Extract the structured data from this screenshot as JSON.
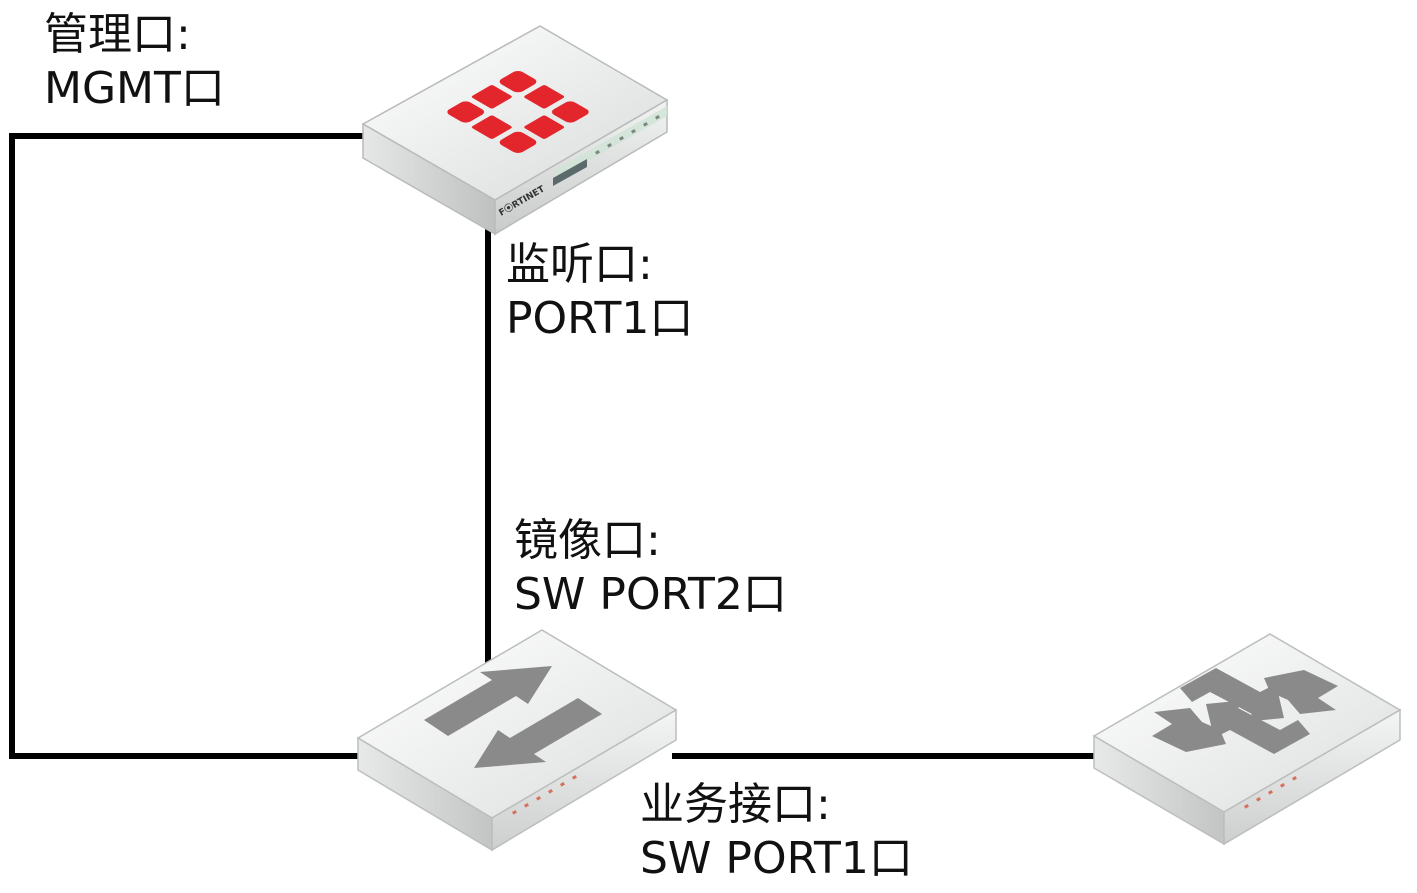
{
  "labels": {
    "mgmt": {
      "line1": "管理口:",
      "line2": "MGMT口"
    },
    "monitor": {
      "line1": "监听口:",
      "line2": "PORT1口"
    },
    "mirror": {
      "line1": "镜像口:",
      "line2": "SW PORT2口"
    },
    "business": {
      "line1": "业务接口:",
      "line2": "SW PORT1口"
    }
  },
  "devices": {
    "firewall": {
      "brand": "F⦿RTINET",
      "logo_color": "#e3262b"
    },
    "switch_main": {
      "icon": "bidirectional-arrows-icon"
    },
    "switch_remote": {
      "icon": "crossing-arrows-icon"
    }
  },
  "colors": {
    "link": "#000000",
    "device_body": "#e9eaea",
    "arrow": "#8a8a8a"
  }
}
